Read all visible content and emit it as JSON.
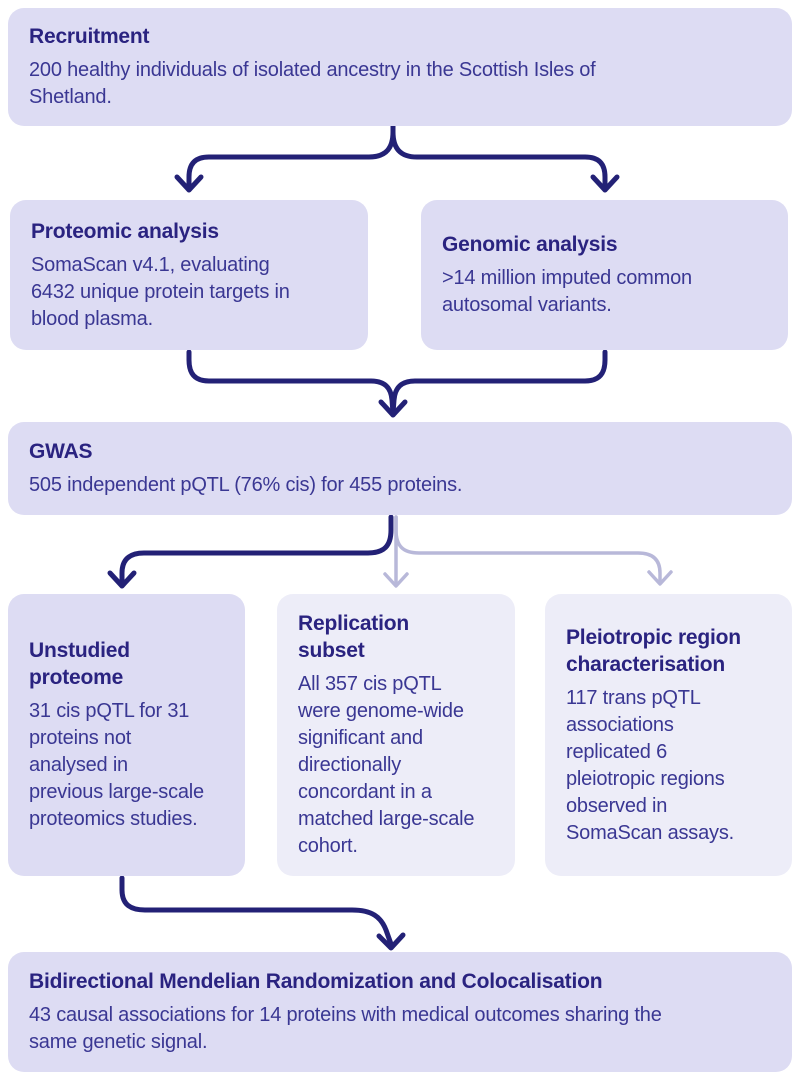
{
  "figure": {
    "background": "#ffffff",
    "colors": {
      "box_fill_primary": "#dddcf3",
      "box_fill_secondary": "#ededf8",
      "heading_text": "#2a2380",
      "body_text": "#3a3793",
      "arrow_primary": "#232176",
      "arrow_secondary": "#b8b8d9"
    },
    "boxes": {
      "recruitment": {
        "title": "Recruitment",
        "body": "200 healthy individuals of isolated ancestry in the Scottish Isles of Shetland."
      },
      "proteomic": {
        "title": "Proteomic analysis",
        "body": "SomaScan v4.1, evaluating 6432 unique protein targets in blood plasma."
      },
      "genomic": {
        "title": "Genomic analysis",
        "body": ">14 million imputed common autosomal variants."
      },
      "gwas": {
        "title": "GWAS",
        "body": "505 independent pQTL (76% cis) for 455 proteins."
      },
      "unstudied_proteome": {
        "title": "Unstudied proteome",
        "body": "31 cis pQTL for 31 proteins not analysed in previous large-scale proteomics studies."
      },
      "replication_subset": {
        "title": "Replication subset",
        "body": "All 357 cis pQTL were genome-wide significant and directionally concordant in a matched large-scale cohort."
      },
      "pleiotropic_region": {
        "title": "Pleiotropic region characterisation",
        "body": "117 trans pQTL associations replicated 6 pleiotropic regions observed in SomaScan assays."
      },
      "mendelian_randomization": {
        "title": "Bidirectional Mendelian Randomization and Colocalisation",
        "body": "43 causal associations for 14 proteins with medical outcomes sharing the same genetic signal."
      }
    }
  }
}
